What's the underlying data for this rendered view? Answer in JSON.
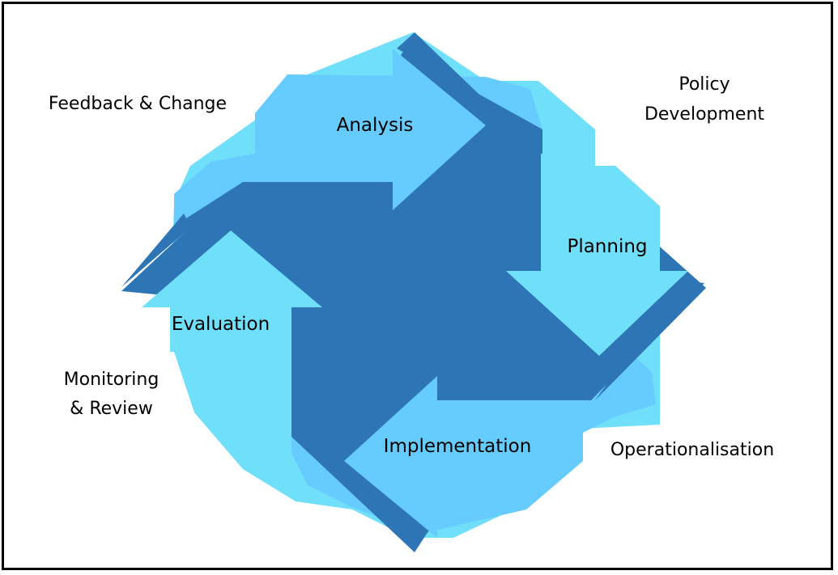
{
  "colors": {
    "dark_blue": "#2E75B6",
    "sky_blue": "#66CCFF",
    "light_cyan": "#70E0FA",
    "border": "#000000",
    "text": "#000000"
  },
  "stages": {
    "analysis": "Analysis",
    "planning": "Planning",
    "implementation": "Implementation",
    "evaluation": "Evaluation"
  },
  "outer_labels": {
    "feedback_change": "Feedback & Change",
    "policy_line1": "Policy",
    "policy_line2": "Development",
    "operationalisation": "Operationalisation",
    "monitoring_line1": "Monitoring",
    "monitoring_line2": "& Review"
  }
}
